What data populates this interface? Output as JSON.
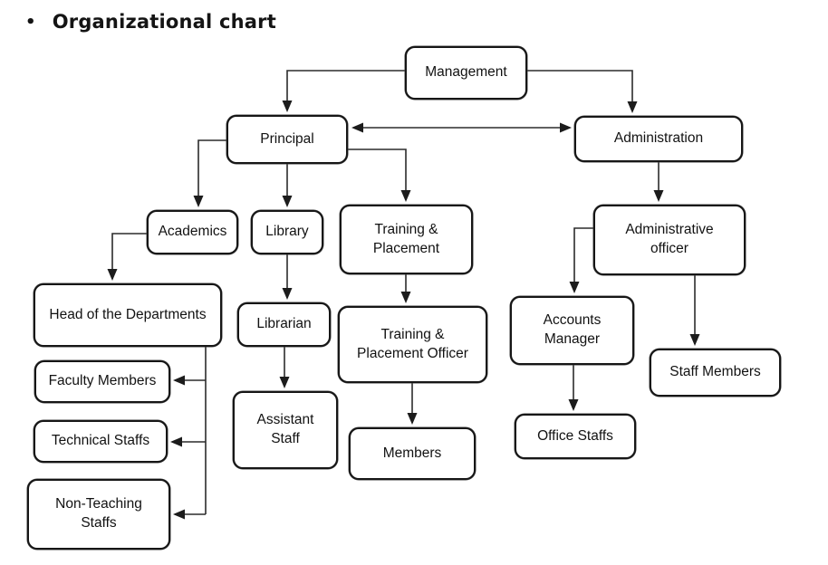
{
  "title": {
    "bullet": "•",
    "text": "Organizational chart"
  },
  "colors": {
    "background": "#ffffff",
    "box_fill": "#ffffff",
    "box_border": "#161616",
    "line": "#2b2b2b",
    "text": "#121212"
  },
  "chart": {
    "type": "org-chart",
    "nodes": {
      "management": "Management",
      "principal": "Principal",
      "administration": "Administration",
      "academics": "Academics",
      "library": "Library",
      "training_placement": "Training &\nPlacement",
      "hod": "Head of the Departments",
      "faculty_members": "Faculty Members",
      "technical_staffs": "Technical Staffs",
      "non_teaching_staffs": "Non-Teaching\nStaffs",
      "librarian": "Librarian",
      "tp_officer": "Training &\nPlacement Officer",
      "assistant_staff": "Assistant\nStaff",
      "members": "Members",
      "admin_officer": "Administrative\nofficer",
      "accounts_manager": "Accounts\nManager",
      "staff_members": "Staff Members",
      "office_staffs": "Office Staffs"
    },
    "edges": [
      {
        "from": "Management",
        "to": "Principal"
      },
      {
        "from": "Management",
        "to": "Administration"
      },
      {
        "from": "Principal",
        "to": "Administration",
        "bidirectional": true
      },
      {
        "from": "Principal",
        "to": "Academics"
      },
      {
        "from": "Principal",
        "to": "Library"
      },
      {
        "from": "Principal",
        "to": "Training & Placement"
      },
      {
        "from": "Academics",
        "to": "Head of the Departments"
      },
      {
        "from": "Head of the Departments",
        "to": "Faculty Members"
      },
      {
        "from": "Head of the Departments",
        "to": "Technical Staffs"
      },
      {
        "from": "Head of the Departments",
        "to": "Non-Teaching Staffs"
      },
      {
        "from": "Library",
        "to": "Librarian"
      },
      {
        "from": "Librarian",
        "to": "Assistant Staff"
      },
      {
        "from": "Training & Placement",
        "to": "Training & Placement Officer"
      },
      {
        "from": "Training & Placement Officer",
        "to": "Members"
      },
      {
        "from": "Administration",
        "to": "Administrative officer"
      },
      {
        "from": "Administrative officer",
        "to": "Accounts Manager"
      },
      {
        "from": "Administrative officer",
        "to": "Staff Members"
      },
      {
        "from": "Accounts Manager",
        "to": "Office Staffs"
      }
    ]
  }
}
